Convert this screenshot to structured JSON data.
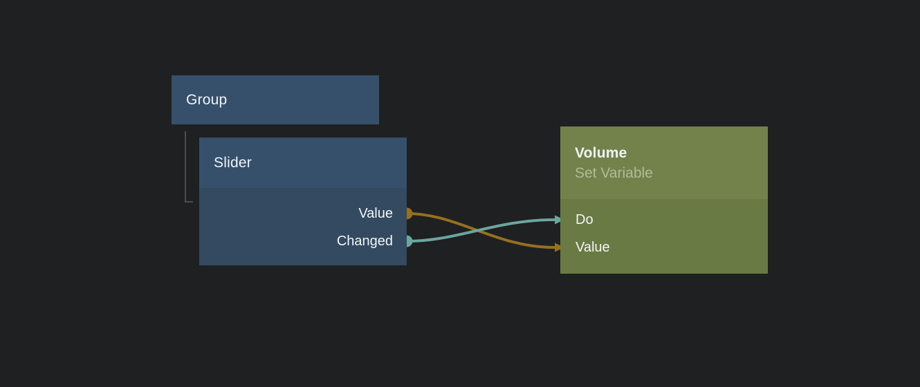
{
  "editor": {
    "type": "node-graph",
    "background": "#1f2021"
  },
  "colors": {
    "blue_node_header": "#36506c",
    "blue_node_body": "#334a60",
    "green_node_header": "#73824b",
    "green_node_body": "#6a7a44",
    "wire_orange": "#957020",
    "wire_teal": "#6ba69f",
    "hierarchy_line": "#4b4e50",
    "title_text": "#f0f3f5",
    "subtitle_text": "#aeba96",
    "port_label_text": "#f2f5f7"
  },
  "nodes": {
    "group": {
      "title": "Group"
    },
    "slider": {
      "title": "Slider",
      "parent": "Group",
      "outputs": [
        {
          "label": "Value",
          "connector": "dot",
          "color": "#957020"
        },
        {
          "label": "Changed",
          "connector": "dot",
          "color": "#6ba69f"
        }
      ]
    },
    "volume": {
      "title": "Volume",
      "subtitle": "Set Variable",
      "inputs": [
        {
          "label": "Do",
          "connector": "arrow",
          "color": "#6ba69f"
        },
        {
          "label": "Value",
          "connector": "arrow",
          "color": "#957020"
        }
      ]
    }
  },
  "connections": [
    {
      "from": "Slider.Value",
      "to": "Volume.Value",
      "color": "#957020"
    },
    {
      "from": "Slider.Changed",
      "to": "Volume.Do",
      "color": "#6ba69f"
    }
  ]
}
